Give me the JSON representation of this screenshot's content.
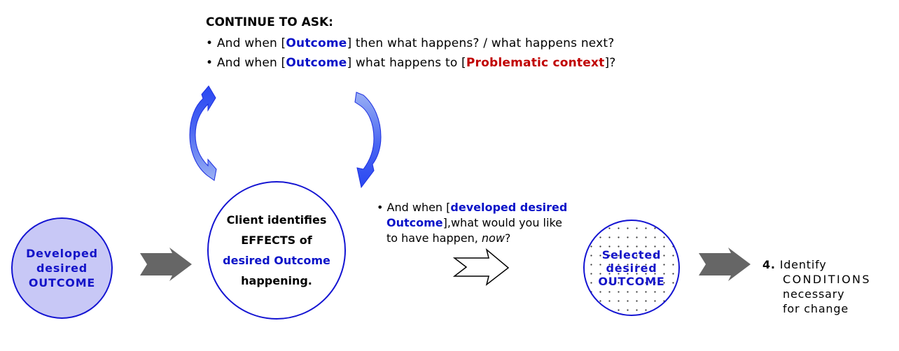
{
  "ask": {
    "title": "CONTINUE TO ASK:",
    "line1": {
      "bullet": "•",
      "pre": "And when [",
      "outcome": "Outcome",
      "post": "] then what happens? / what happens next?"
    },
    "line2": {
      "bullet": "•",
      "pre": "And when [",
      "outcome": "Outcome",
      "mid": "] what happens to [",
      "context": "Problematic context",
      "post": "]?"
    }
  },
  "developed_circle": {
    "line1": "Developed",
    "line2": "desired",
    "line3": "OUTCOME"
  },
  "effects_circle": {
    "line1": "Client identifies",
    "line2": "EFFECTS of",
    "line3": "desired Outcome",
    "line4": "happening."
  },
  "question": {
    "bullet": "•",
    "pre": "And when [",
    "accent1": "developed desired",
    "accent2": "Outcome",
    "post": "],what would you like",
    "line3a": "to have happen, ",
    "line3b": "now",
    "line3c": "?"
  },
  "selected_circle": {
    "line1": "Selected",
    "line2": "desired",
    "line3": "OUTCOME"
  },
  "step": {
    "number": "4.",
    "line1": "Identify",
    "line2": "CONDITIONS",
    "line3": "necessary",
    "line4": "for change"
  },
  "colors": {
    "accent_blue": "#0a12c8",
    "context_red": "#c00000",
    "circle_fill": "#c8c8f6",
    "circle_border": "#1414d2",
    "arrow_gray": "#666666",
    "cycle_dark": "#2a48f2",
    "cycle_light": "#8ea6f2"
  },
  "icons": [
    "cycle-arrow-left-icon",
    "cycle-arrow-right-icon",
    "chevron-arrow-icon",
    "outline-arrow-icon"
  ]
}
